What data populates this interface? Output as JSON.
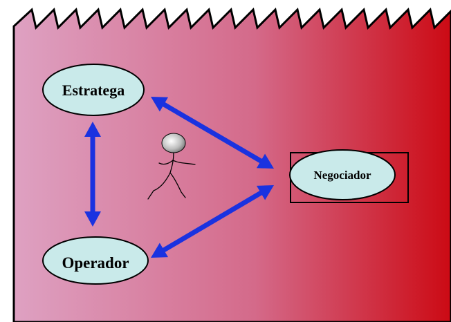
{
  "diagram": {
    "nodes": {
      "estratega": {
        "label": "Estratega"
      },
      "negociador": {
        "label": "Negociador"
      },
      "operador": {
        "label": "Operador"
      }
    },
    "edges": [
      {
        "from": "estratega",
        "to": "negociador",
        "direction": "both"
      },
      {
        "from": "estratega",
        "to": "operador",
        "direction": "both"
      },
      {
        "from": "operador",
        "to": "negociador",
        "direction": "both"
      }
    ],
    "figure_icon": "stick-figure-icon",
    "highlighted_node": "negociador"
  },
  "colors": {
    "background_left": "#dea1c2",
    "background_mid": "#d46a8a",
    "background_right": "#cc0a14",
    "node_fill": "#c9eaea",
    "node_stroke": "#000000",
    "arrow": "#1a32e0",
    "outline": "#000000"
  }
}
